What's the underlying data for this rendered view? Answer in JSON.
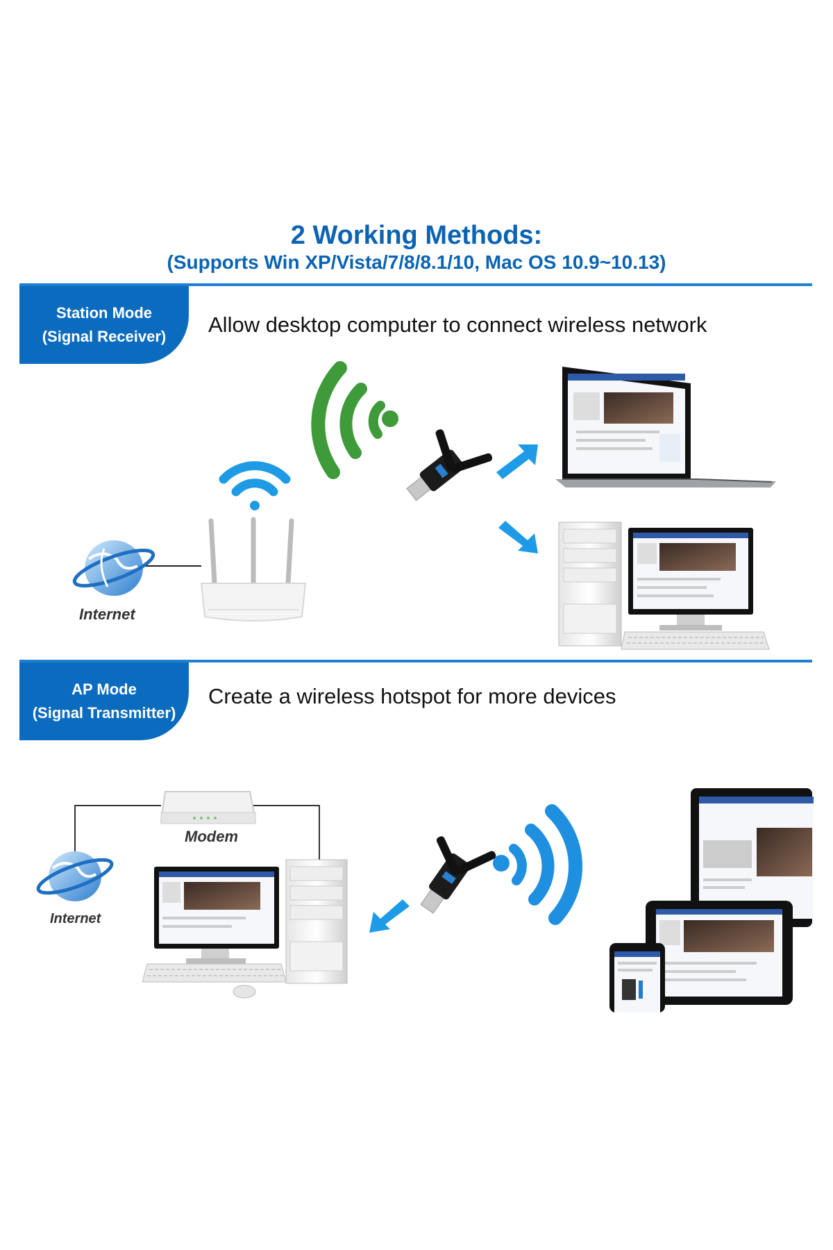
{
  "header": {
    "title": "2 Working Methods:",
    "subtitle": "(Supports Win XP/Vista/7/8/8.1/10, Mac OS 10.9~10.13)"
  },
  "station_mode": {
    "tab_line1": "Station Mode",
    "tab_line2": "(Signal Receiver)",
    "description": "Allow desktop computer to connect wireless network",
    "internet_label": "Internet"
  },
  "ap_mode": {
    "tab_line1": "AP Mode",
    "tab_line2": "(Signal Transmitter)",
    "description": "Create a wireless hotspot for more devices",
    "modem_label": "Modem",
    "internet_label": "Internet"
  },
  "colors": {
    "brand_blue": "#0b6cbf",
    "title_blue": "#0b63b3",
    "wifi_green": "#3f9a3a",
    "wifi_blue": "#1f8fe0",
    "arrow_blue": "#1e9be6"
  },
  "icons": [
    "globe-icon",
    "router-icon",
    "wifi-icon",
    "usb-adapter-icon",
    "laptop-icon",
    "desktop-computer-icon",
    "modem-icon",
    "tablet-icon",
    "phone-icon",
    "arrow-icon"
  ]
}
